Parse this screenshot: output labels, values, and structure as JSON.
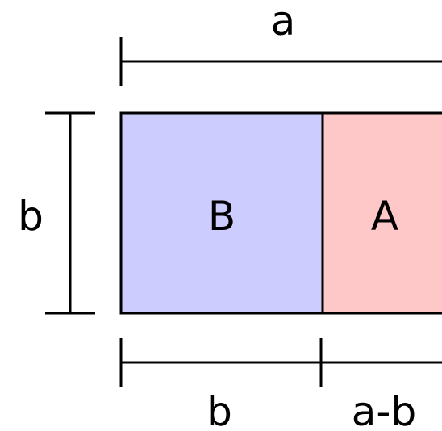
{
  "labels": {
    "top_dimension": "a",
    "left_dimension": "b",
    "bottom_left_dimension": "b",
    "bottom_right_dimension": "a-b",
    "square_region": "B",
    "rectangle_region": "A"
  },
  "colors": {
    "square_fill": "#ccccff",
    "rectangle_fill": "#ffc8c8",
    "stroke": "#000000"
  }
}
